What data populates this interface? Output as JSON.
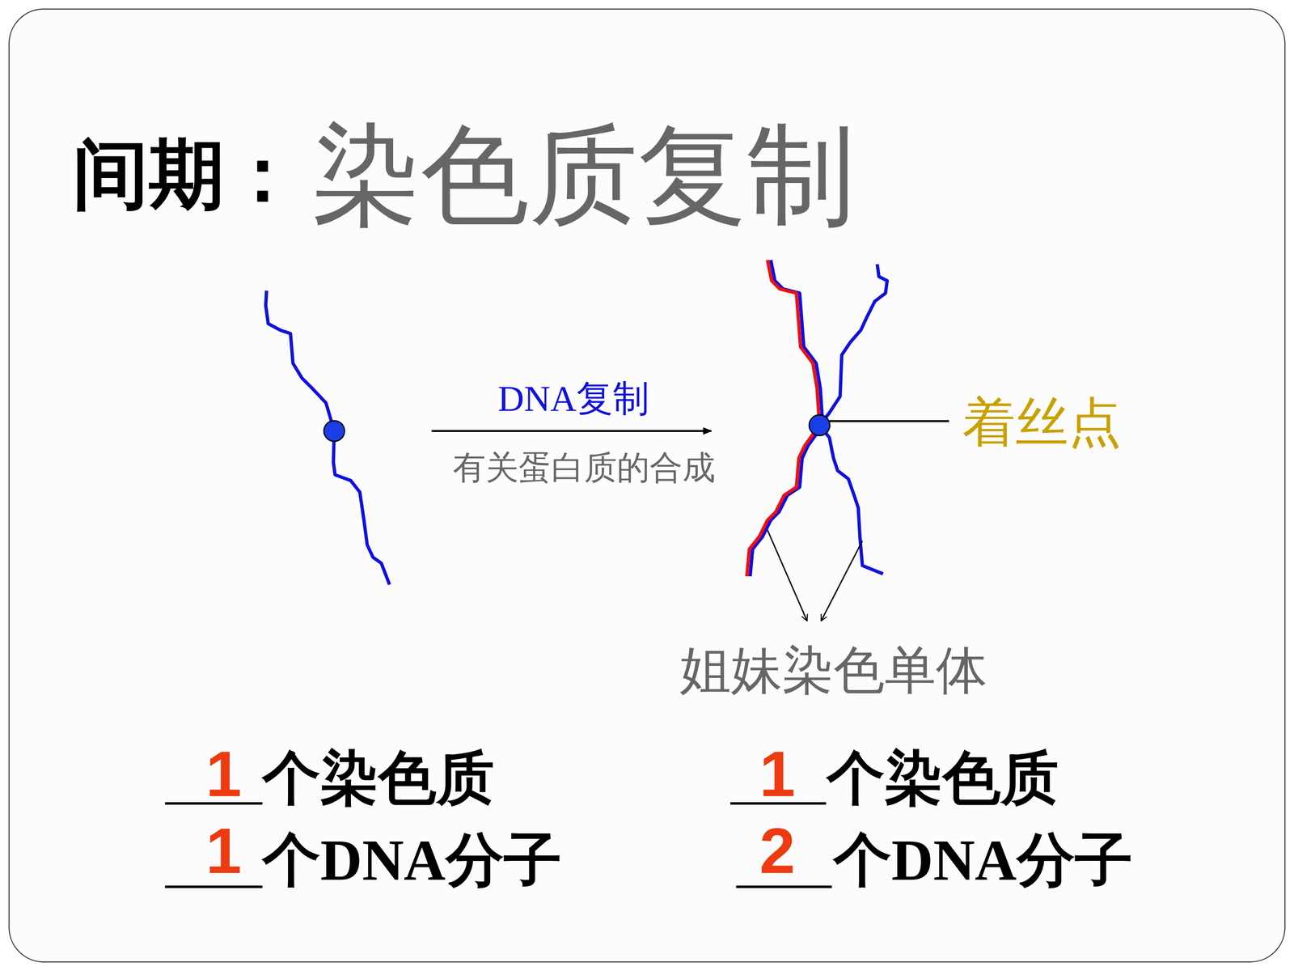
{
  "diagram": {
    "title": "间期：",
    "labels": [
      "染色质复制",
      "DNA复制",
      "有关蛋白质的合成",
      "着丝点",
      "姐妹染色单体",
      "1",
      "个染色质",
      "1",
      "个DNA分子",
      "1",
      "个染色质",
      "2",
      "个DNA分子"
    ]
  }
}
